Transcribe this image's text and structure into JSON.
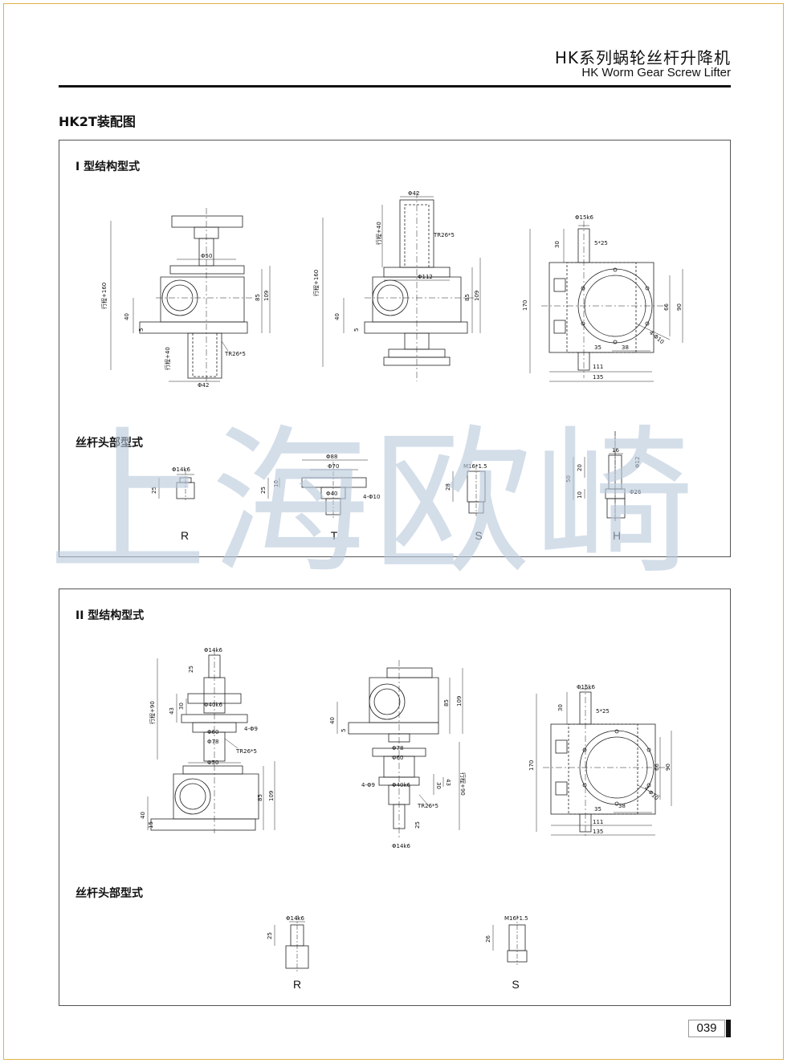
{
  "header": {
    "title_cn": "HK系列蜗轮丝杆升降机",
    "title_en": "HK Worm Gear Screw Lifter"
  },
  "section_title": "HK2T装配图",
  "panel1": {
    "title": "I 型结构型式",
    "head_title": "丝杆头部型式",
    "head_labels": [
      "R",
      "T",
      "S",
      "H"
    ],
    "dims": {
      "d1_phi50": "Φ50",
      "d1_stroke": "行程+160",
      "d1_stroke40": "行程+40",
      "d1_40": "40",
      "d1_5": "5",
      "d1_85": "85",
      "d1_109": "109",
      "d1_tr": "TR26*5",
      "d1_phi42": "Φ42",
      "d2_phi42": "Φ42",
      "d2_stroke40": "行程+40",
      "d2_tr": "TR26*5",
      "d2_stroke": "行程+160",
      "d2_phi112": "Φ112",
      "d2_40": "40",
      "d2_5": "5",
      "d2_85": "85",
      "d2_109": "109",
      "d3_phi15": "Φ15k6",
      "d3_30": "30",
      "d3_key": "5*25",
      "d3_170": "170",
      "d3_66": "66",
      "d3_90": "90",
      "d3_holes": "4-Φ10",
      "d3_35": "35",
      "d3_38": "38",
      "d3_111": "111",
      "d3_135": "135",
      "r_phi14": "Φ14k6",
      "r_25": "25",
      "t_phi88": "Φ88",
      "t_phi70": "Φ70",
      "t_25": "25",
      "t_10": "10",
      "t_phi40": "Φ40",
      "t_holes": "4-Φ10",
      "s_m16": "M16*1.5",
      "s_28": "28",
      "h_16": "16",
      "h_20": "20",
      "h_50": "50",
      "h_10": "10",
      "h_phi12": "Φ12",
      "h_phi26": "Φ26"
    }
  },
  "panel2": {
    "title": "II 型结构型式",
    "head_title": "丝杆头部型式",
    "head_labels": [
      "R",
      "S"
    ],
    "dims": {
      "e1_phi14": "Φ14k6",
      "e1_25": "25",
      "e1_stroke": "行程+90",
      "e1_43": "43",
      "e1_30": "30",
      "e1_phi40": "Φ40k6",
      "e1_holes": "4-Φ9",
      "e1_phi60": "Φ60",
      "e1_phi78": "Φ78",
      "e1_tr": "TR26*5",
      "e1_phi50": "Φ50",
      "e1_40": "40",
      "e1_15": "15",
      "e1_85": "85",
      "e1_109": "109",
      "e2_40": "40",
      "e2_5": "5",
      "e2_85": "85",
      "e2_109": "109",
      "e2_phi78": "Φ78",
      "e2_phi60": "Φ60",
      "e2_holes": "4-Φ9",
      "e2_phi40": "Φ40k6",
      "e2_30": "30",
      "e2_43": "43",
      "e2_stroke": "行程+90",
      "e2_tr": "TR26*5",
      "e2_25": "25",
      "e2_phi14": "Φ14k6",
      "e3_phi15": "Φ15k6",
      "e3_30": "30",
      "e3_key": "5*25",
      "e3_170": "170",
      "e3_66": "66",
      "e3_90": "90",
      "e3_holes": "4-Φ10",
      "e3_35": "35",
      "e3_38": "38",
      "e3_111": "111",
      "e3_135": "135",
      "r_phi14": "Φ14k6",
      "r_25": "25",
      "s_m16": "M16*1.5",
      "s_26": "26"
    }
  },
  "watermark": "上海欧崎",
  "page_number": "039"
}
